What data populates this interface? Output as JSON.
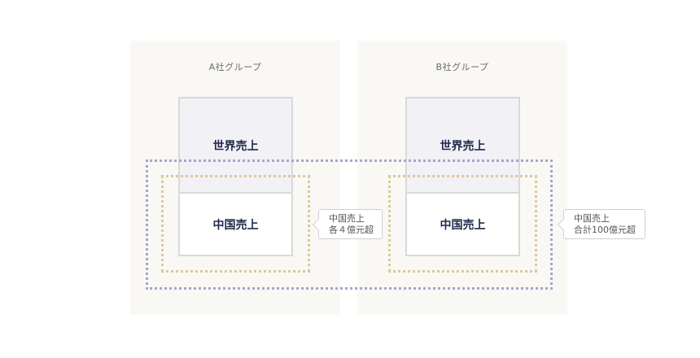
{
  "groups": [
    {
      "title": "A社グループ",
      "world_label": "世界売上",
      "china_label": "中国売上"
    },
    {
      "title": "B社グループ",
      "world_label": "世界売上",
      "china_label": "中国売上"
    }
  ],
  "callouts": {
    "each_china": {
      "line1": "中国売上",
      "line2": "各４億元超"
    },
    "combined_china": {
      "line1": "中国売上",
      "line2": "合計100億元超"
    }
  },
  "colors": {
    "panel_bg": "#f9f8f4",
    "world_bg": "#f1f1f6",
    "combined_border": "#a6a6c8",
    "individual_border": "#dcc99a",
    "label_text": "#1f2a4a"
  }
}
